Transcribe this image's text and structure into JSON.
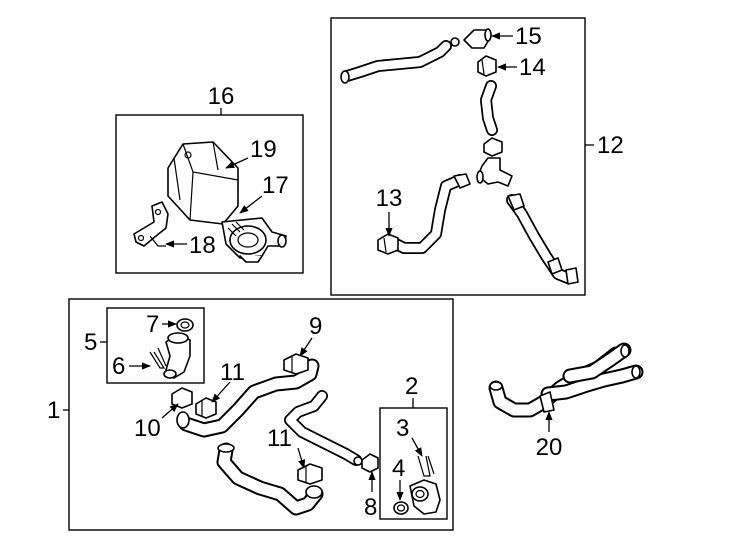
{
  "labels": {
    "l1": "1",
    "l2": "2",
    "l3": "3",
    "l4": "4",
    "l5": "5",
    "l6": "6",
    "l7": "7",
    "l8": "8",
    "l9": "9",
    "l10": "10",
    "l11a": "11",
    "l11b": "11",
    "l12": "12",
    "l13": "13",
    "l14": "14",
    "l15": "15",
    "l16": "16",
    "l17": "17",
    "l18": "18",
    "l19": "19",
    "l20": "20"
  },
  "colors": {
    "line": "#000000",
    "background": "#ffffff"
  }
}
